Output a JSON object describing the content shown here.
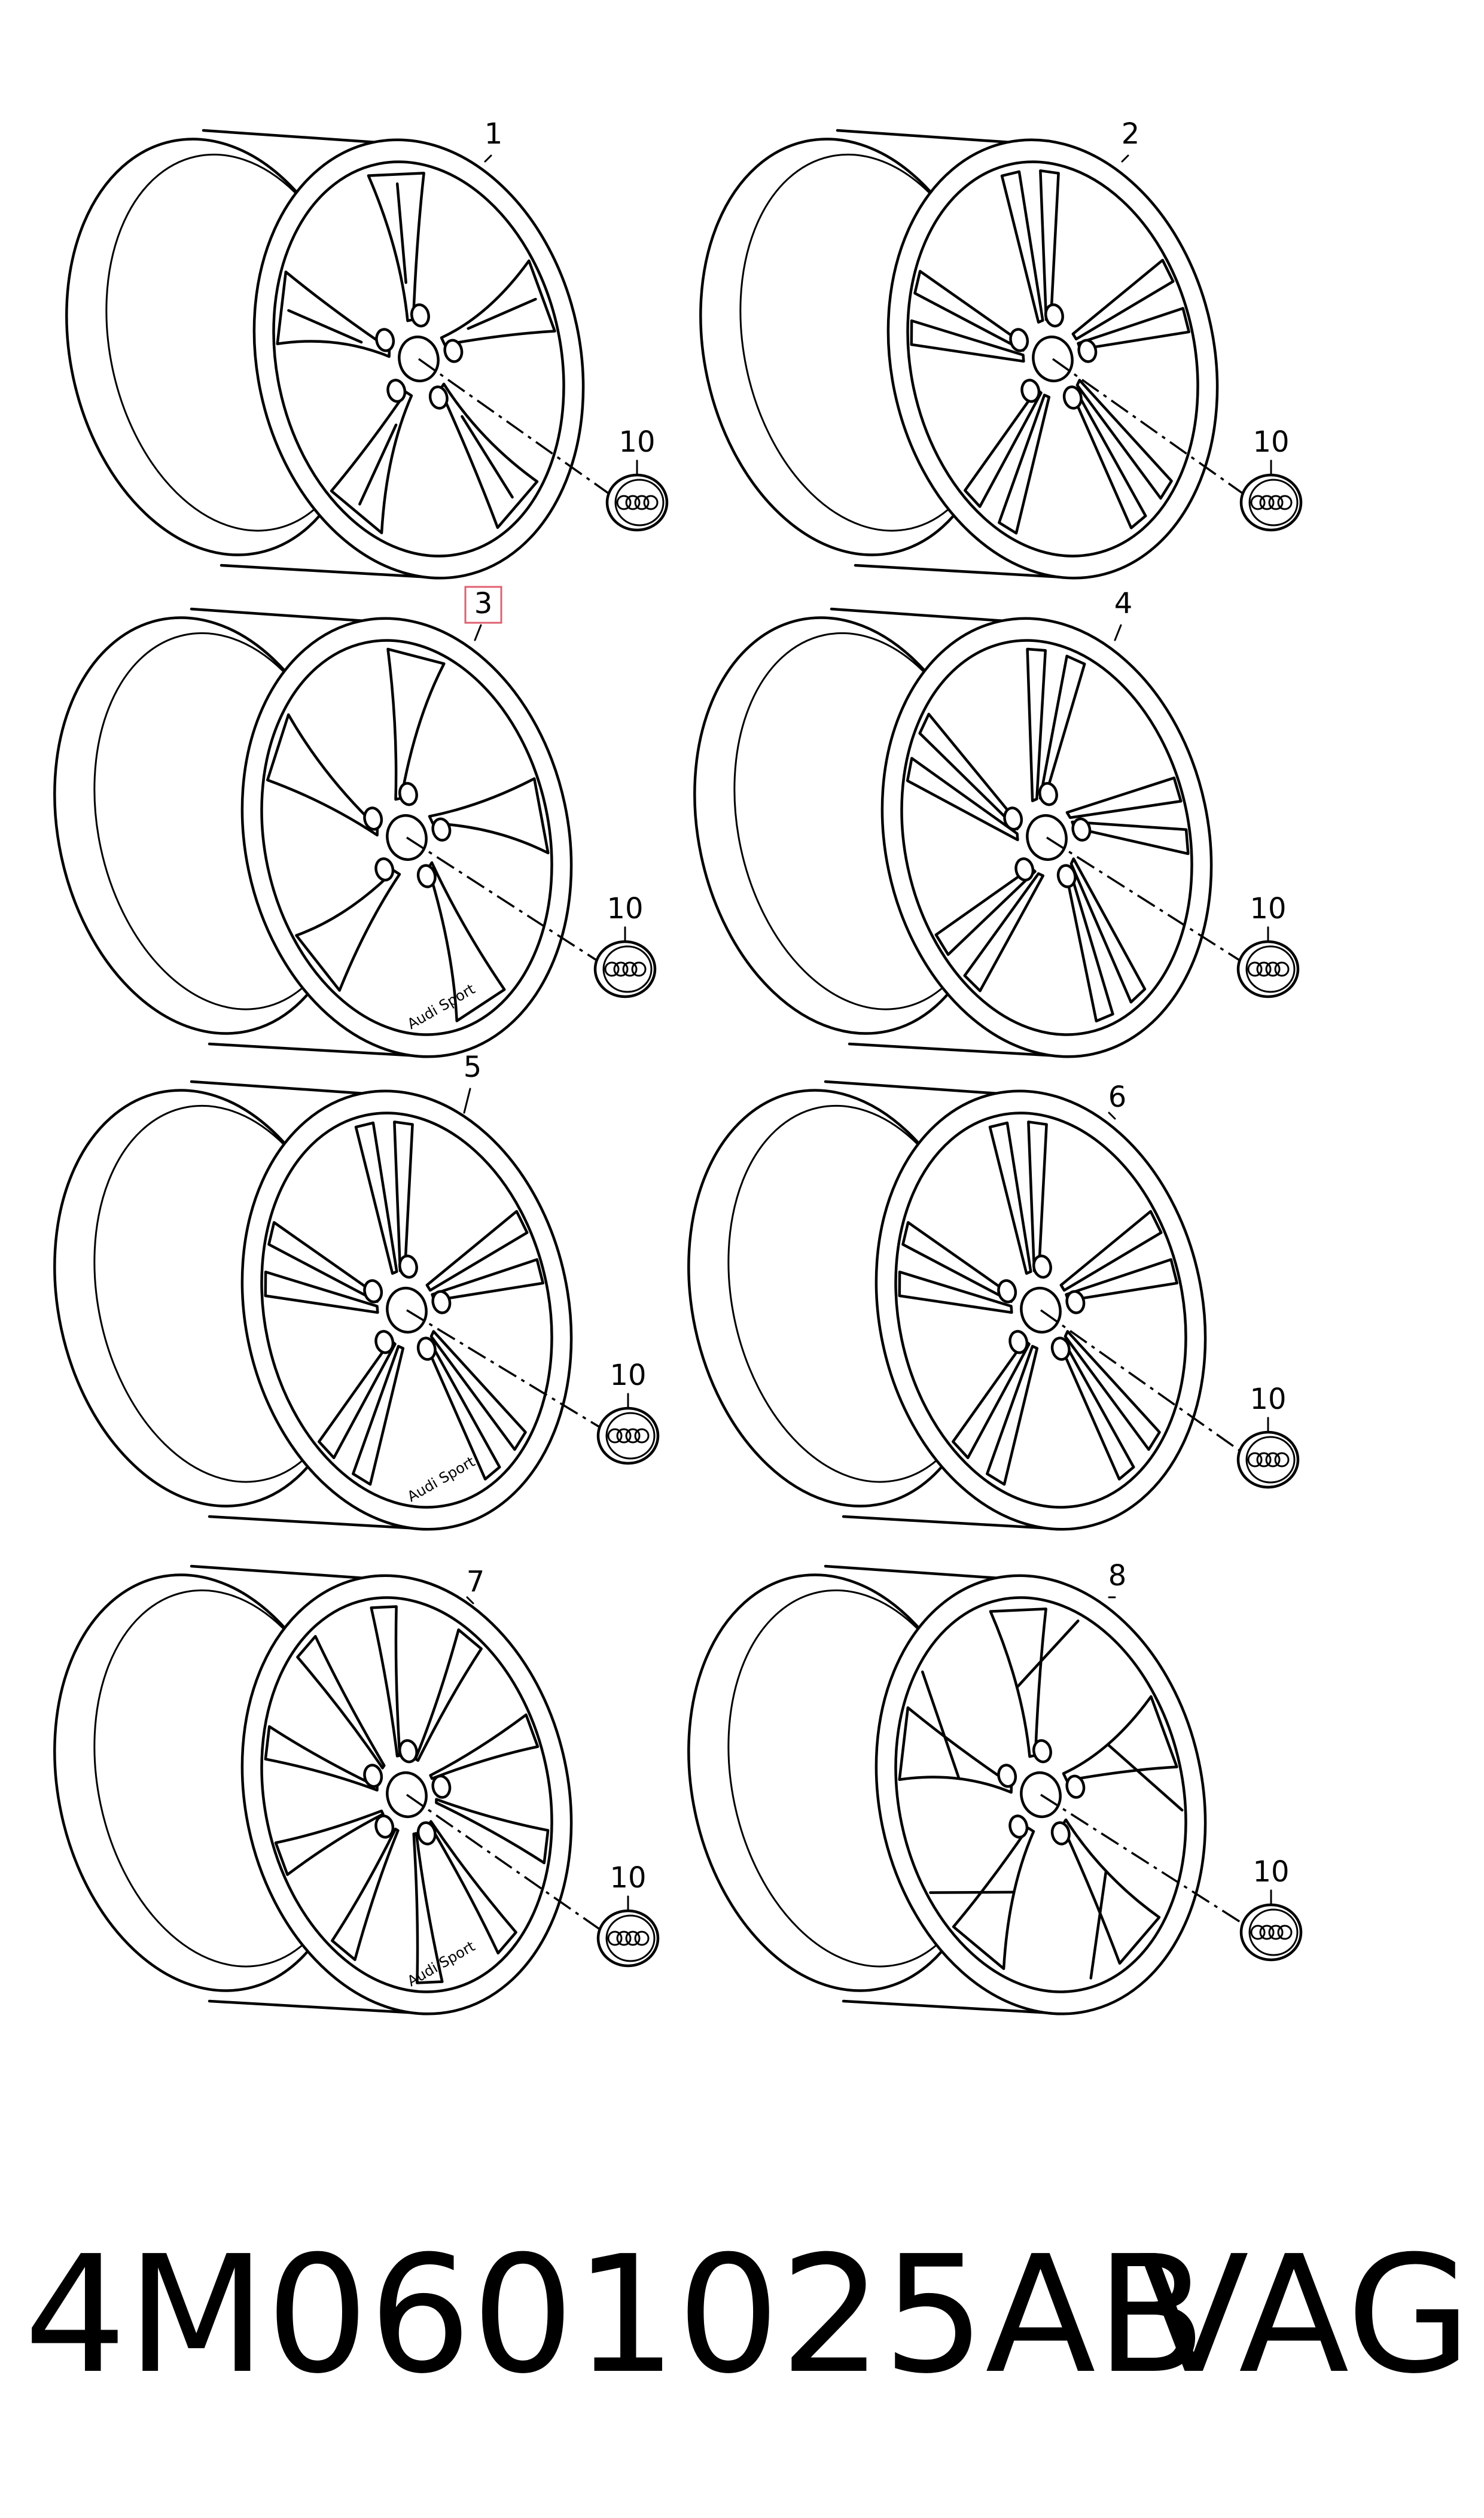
{
  "diagram": {
    "wheels": [
      {
        "label": "1",
        "style": "split-5",
        "highlighted": false
      },
      {
        "label": "2",
        "style": "double-5",
        "highlighted": false
      },
      {
        "label": "3",
        "style": "rotor-5",
        "highlighted": true,
        "brand_text": "Audi Sport"
      },
      {
        "label": "4",
        "style": "twin-5-rotor",
        "highlighted": false
      },
      {
        "label": "5",
        "style": "twin-5-pocket",
        "highlighted": false,
        "brand_text": "Audi Sport"
      },
      {
        "label": "6",
        "style": "twin-5-wide",
        "highlighted": false
      },
      {
        "label": "7",
        "style": "multi-10",
        "highlighted": false,
        "brand_text": "Audi Sport"
      },
      {
        "label": "8",
        "style": "y-spoke-5",
        "highlighted": false
      }
    ],
    "cap_label": "10",
    "highlight_color": "#e06070"
  },
  "footer": {
    "part_number": "4M0601025AB",
    "brand": "VAG"
  }
}
